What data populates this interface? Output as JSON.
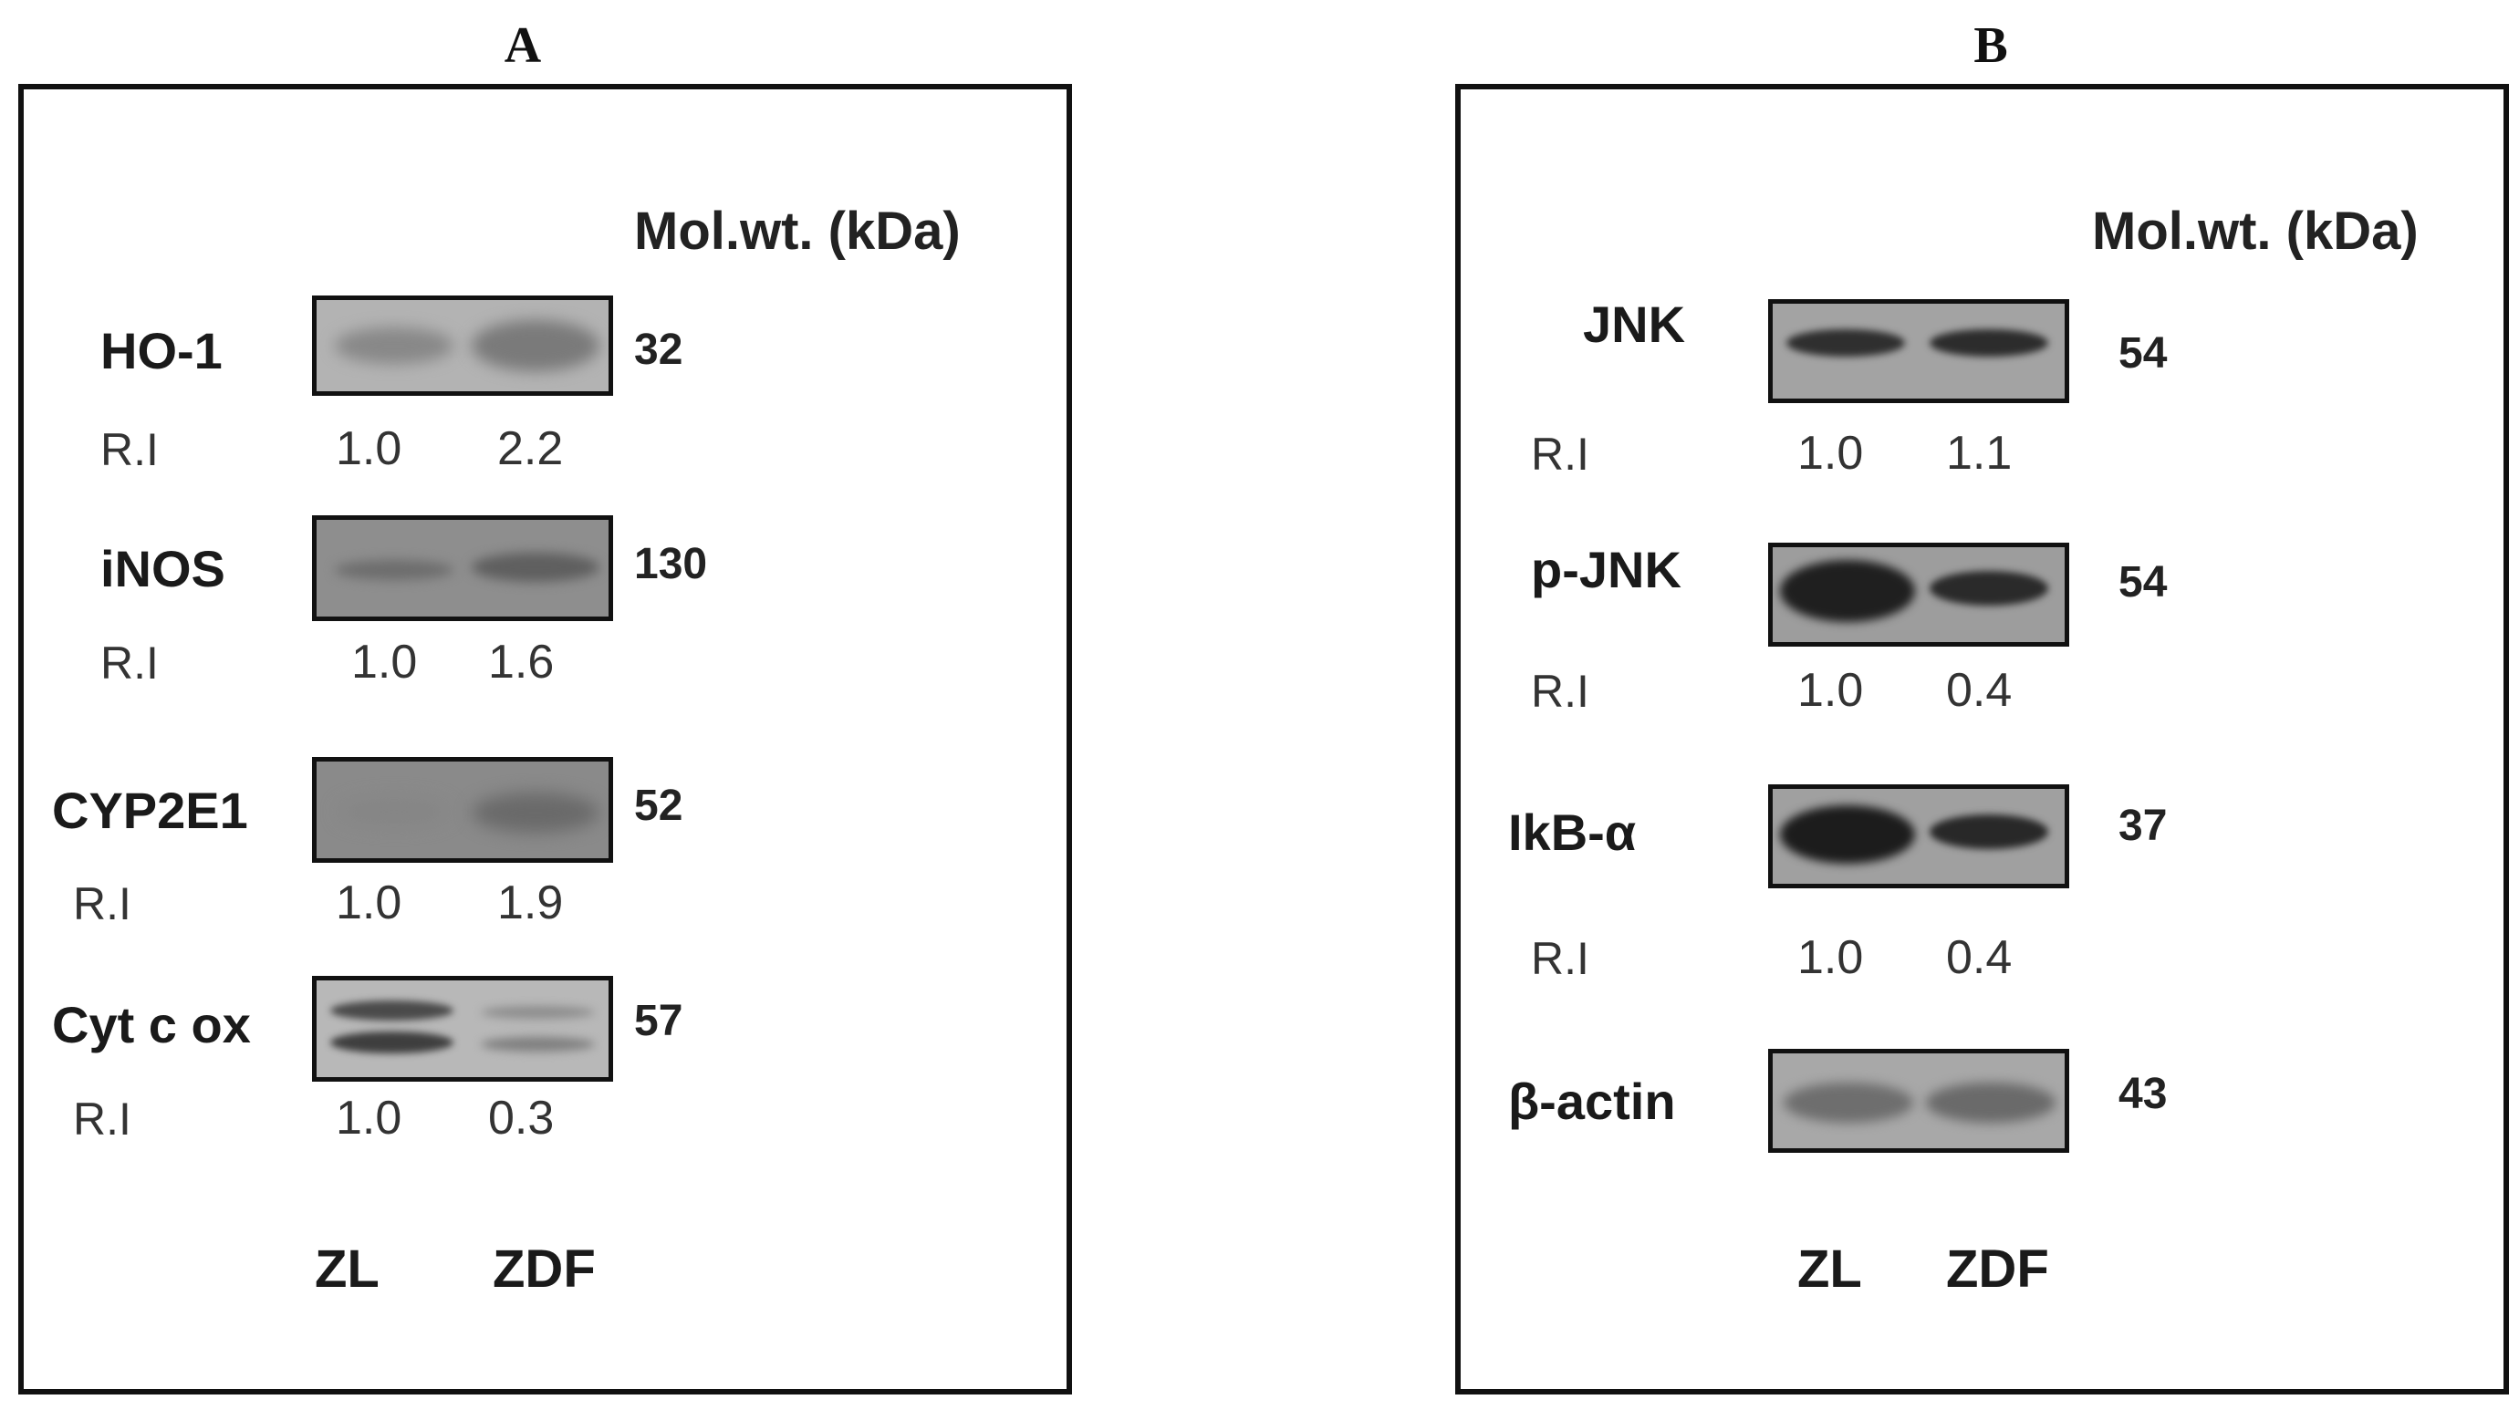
{
  "panels": [
    {
      "letter": "A",
      "mol_wt_header": "Mol.wt. (kDa)",
      "proteins": [
        {
          "name": "HO-1",
          "kda": "32",
          "ri_label": "R.I",
          "ri_values": [
            "1.0",
            "2.2"
          ]
        },
        {
          "name": "iNOS",
          "kda": "130",
          "ri_label": "R.I",
          "ri_values": [
            "1.0",
            "1.6"
          ]
        },
        {
          "name": "CYP2E1",
          "kda": "52",
          "ri_label": "R.I",
          "ri_values": [
            "1.0",
            "1.9"
          ]
        },
        {
          "name": "Cyt c ox",
          "kda": "57",
          "ri_label": "R.I",
          "ri_values": [
            "1.0",
            "0.3"
          ]
        }
      ],
      "lanes": [
        "ZL",
        "ZDF"
      ]
    },
    {
      "letter": "B",
      "mol_wt_header": "Mol.wt. (kDa)",
      "proteins": [
        {
          "name": "JNK",
          "kda": "54",
          "ri_label": "R.I",
          "ri_values": [
            "1.0",
            "1.1"
          ]
        },
        {
          "name": "p-JNK",
          "kda": "54",
          "ri_label": "R.I",
          "ri_values": [
            "1.0",
            "0.4"
          ]
        },
        {
          "name": "IkB-α",
          "kda": "37",
          "ri_label": "R.I",
          "ri_values": [
            "1.0",
            "0.4"
          ]
        },
        {
          "name": "β-actin",
          "kda": "43"
        }
      ],
      "lanes": [
        "ZL",
        "ZDF"
      ]
    }
  ]
}
